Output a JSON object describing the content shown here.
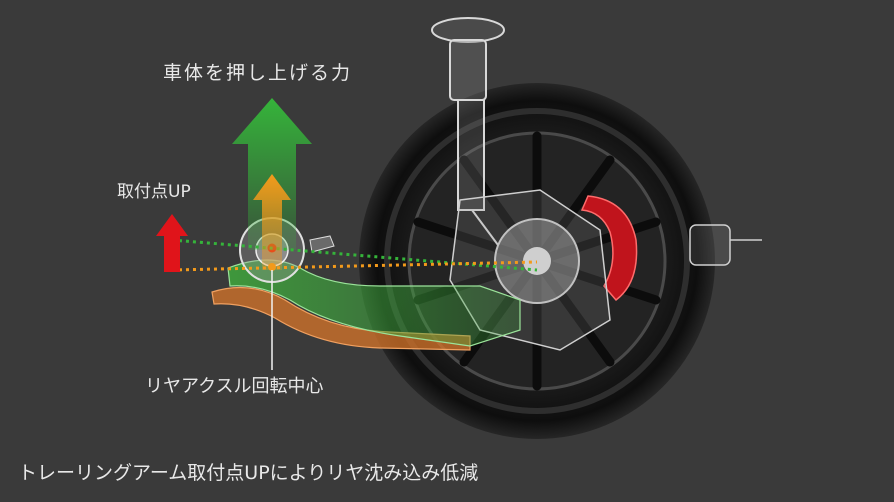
{
  "labels": {
    "force_up": "車体を押し上げる力",
    "mount_point_up": "取付点UP",
    "axle_rotation_center": "リヤアクスル回転中心",
    "caption": "トレーリングアーム取付点UPによりリヤ沈み込み低減"
  },
  "colors": {
    "background": "#3a3a3a",
    "force_arrow": "#35b43a",
    "mount_arrow": "#f39a1b",
    "up_arrow": "#e0141a",
    "arm_new": "#3fa83d",
    "arm_old": "#d8762a",
    "brake_caliper": "#c0141c",
    "text": "#e8e8e8"
  }
}
